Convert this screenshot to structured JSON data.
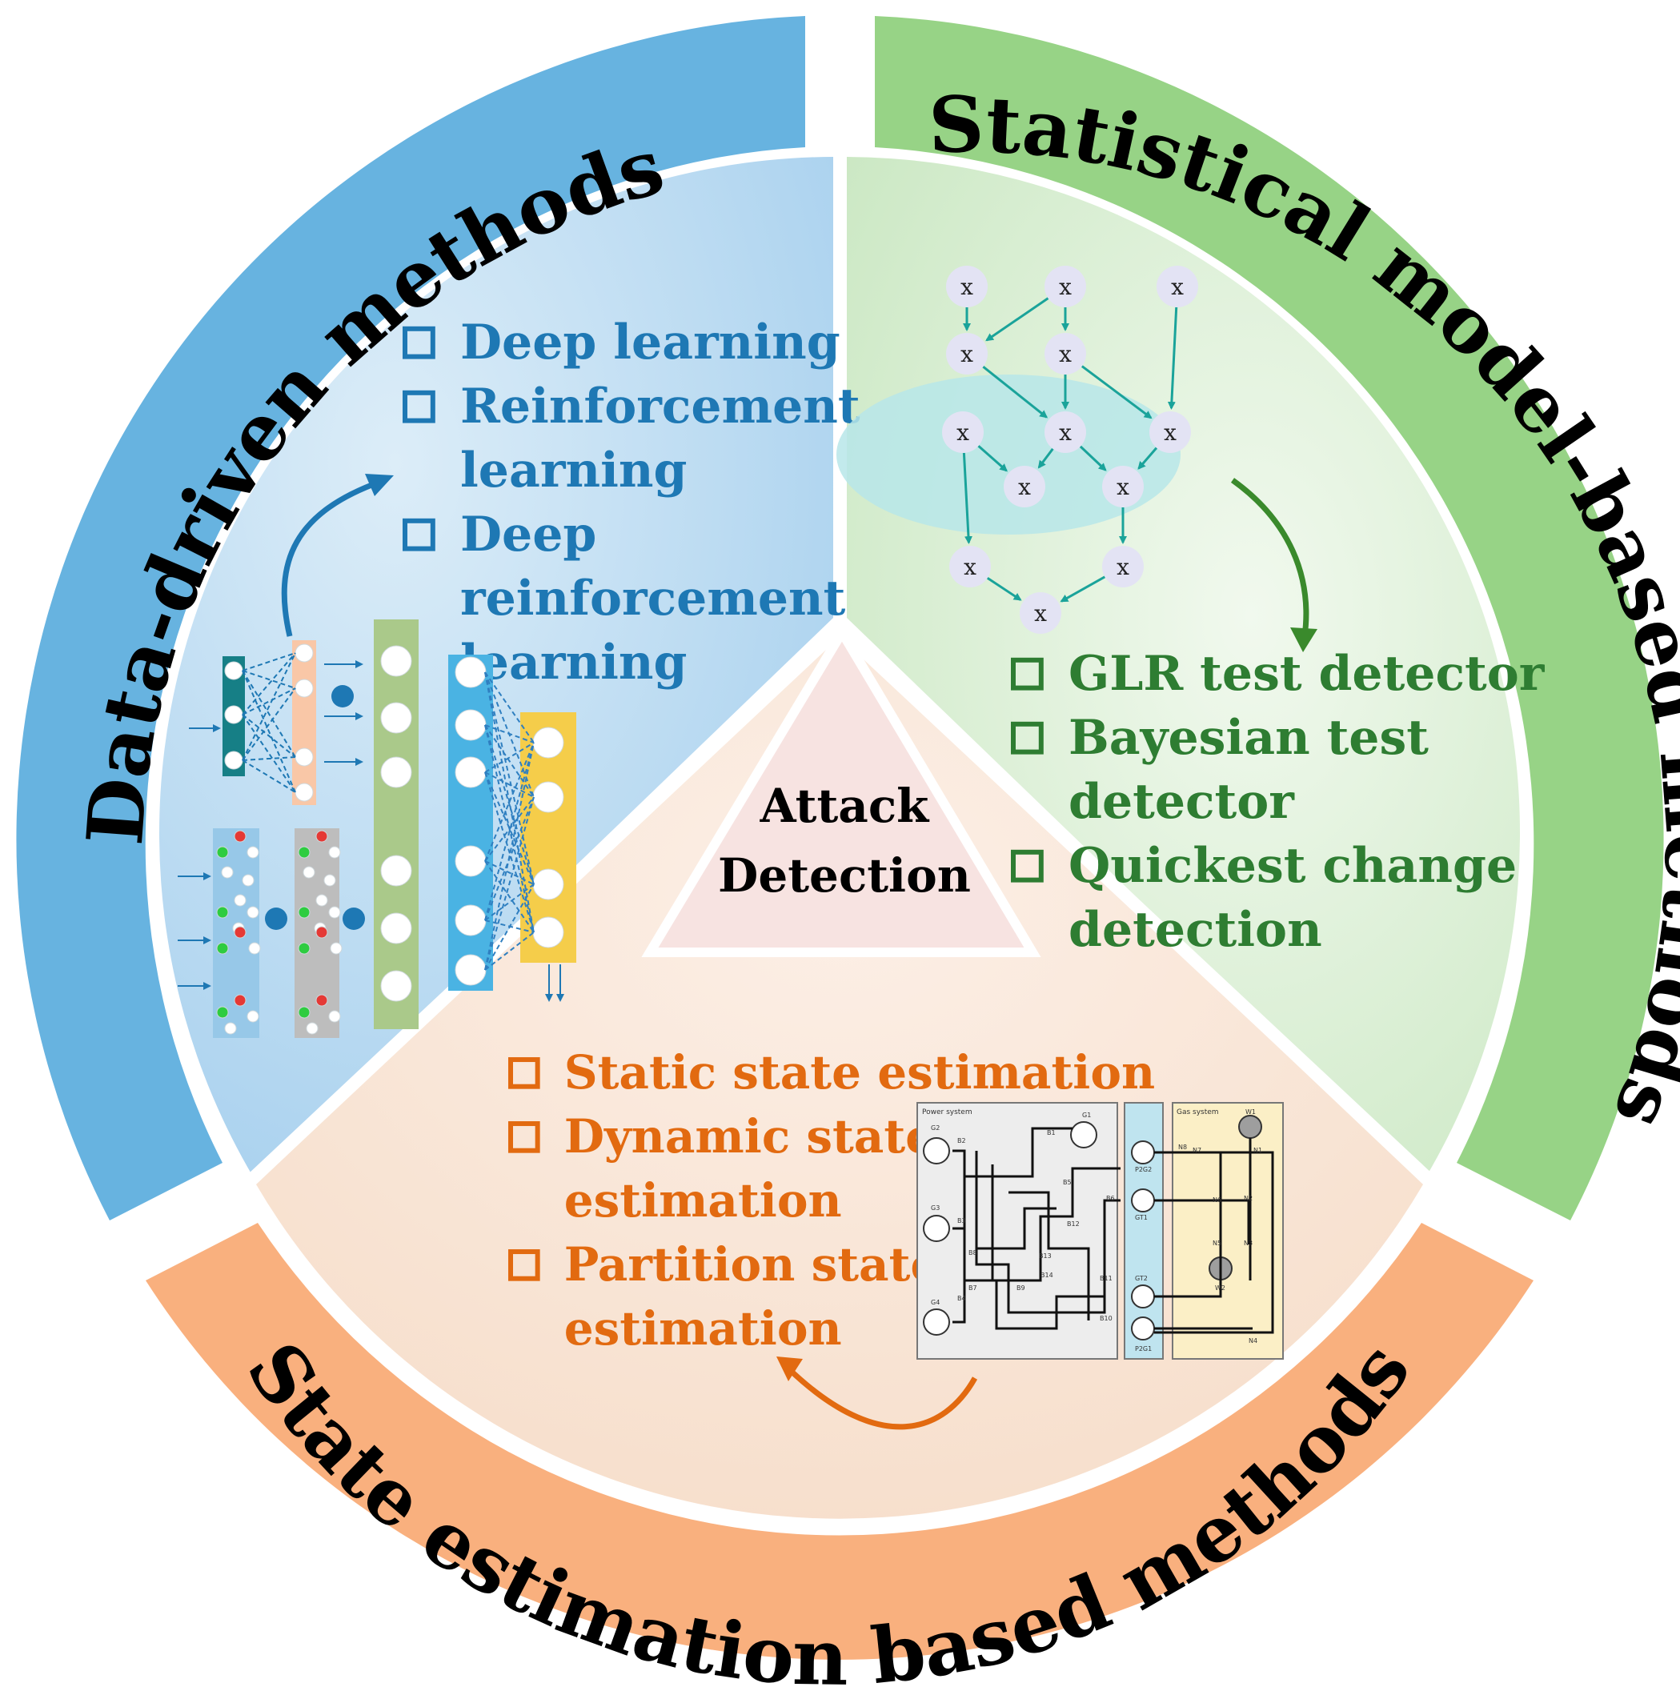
{
  "center": {
    "line1": "Attack",
    "line2": "Detection"
  },
  "sections": {
    "data_driven": {
      "title": "Data-driven methods",
      "color": "#67b3e0",
      "text_color": "#1e78b4",
      "items": [
        {
          "lines": [
            "Deep learning"
          ]
        },
        {
          "lines": [
            "Reinforcement",
            "learning"
          ]
        },
        {
          "lines": [
            "Deep",
            "reinforcement",
            "learning"
          ]
        }
      ]
    },
    "statistical": {
      "title": "Statistical model-based methods",
      "color": "#97d386",
      "text_color": "#2e7d32",
      "items": [
        {
          "lines": [
            "GLR test detector"
          ]
        },
        {
          "lines": [
            "Bayesian test",
            "detector"
          ]
        },
        {
          "lines": [
            "Quickest change",
            "detection"
          ]
        }
      ]
    },
    "state_estimation": {
      "title": "State estimation  based methods",
      "color": "#f9b07e",
      "text_color": "#e26a10",
      "items": [
        {
          "lines": [
            "Static state estimation"
          ]
        },
        {
          "lines": [
            "Dynamic state",
            "estimation"
          ]
        },
        {
          "lines": [
            "Partition state",
            "estimation"
          ]
        }
      ]
    }
  },
  "graph": {
    "node_label": "x"
  },
  "power_grid": {
    "power_label": "Power system",
    "gas_label": "Gas system",
    "labels": [
      "G2",
      "G1",
      "G3",
      "G4",
      "B1",
      "B2",
      "B3",
      "B4",
      "B5",
      "B6",
      "B7",
      "B8",
      "B9",
      "B10",
      "B11",
      "B12",
      "B13",
      "B14",
      "P2G2",
      "GT1",
      "GT2",
      "P2G1",
      "W1",
      "W2",
      "N1",
      "N2",
      "N3",
      "N4",
      "N5",
      "N6",
      "N7",
      "N8"
    ]
  }
}
